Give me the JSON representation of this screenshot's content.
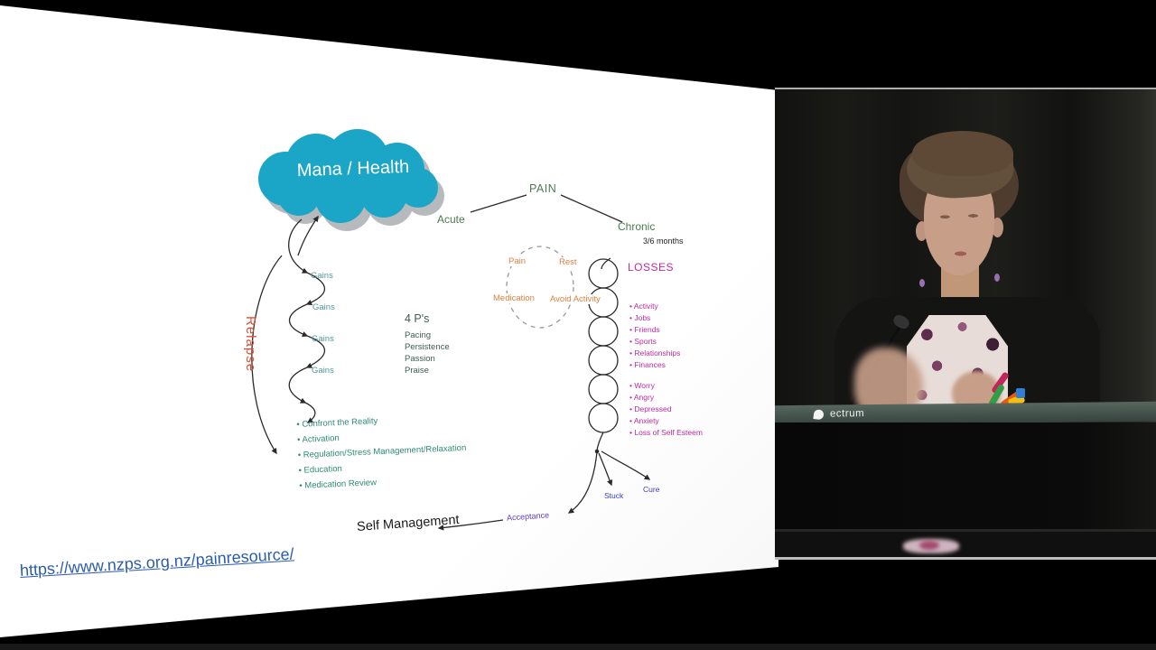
{
  "slide": {
    "cloud_label": "Mana / Health",
    "pain": "PAIN",
    "acute": "Acute",
    "chronic": "Chronic",
    "duration": "3/6 months",
    "acute_cycle": {
      "top_left": "Pain",
      "top_right": "Rest",
      "bottom_left": "Medication",
      "bottom_right": "Avoid Activity"
    },
    "losses": {
      "title": "LOSSES",
      "group1": [
        "Activity",
        "Jobs",
        "Friends",
        "Sports",
        "Relationships",
        "Finances"
      ],
      "group2": [
        "Worry",
        "Angry",
        "Depressed",
        "Anxiety",
        "Loss of Self Esteem"
      ]
    },
    "four_ps": {
      "title": "4 P's",
      "items": [
        "Pacing",
        "Persistence",
        "Passion",
        "Praise"
      ]
    },
    "relapse": "Relapse",
    "gains": [
      "Gains",
      "Gains",
      "Gains",
      "Gains"
    ],
    "strategies": [
      "Confront the Reality",
      "Activation",
      "Regulation/Stress Management/Relaxation",
      "Education",
      "Medication Review"
    ],
    "self_management": "Self Management",
    "acceptance": "Acceptance",
    "stuck": "Stuck",
    "cure": "Cure",
    "url": "https://www.nzps.org.nz/painresource/",
    "colors": {
      "cloud_teal": "#1ba5c7",
      "pain_green": "#4a7c4e",
      "cycle_orange": "#dd7f3f",
      "losses_magenta": "#bf2a9f",
      "four_ps_teal": "#3f5d56",
      "relapse_red": "#e04b35",
      "gains_teal": "#54989a",
      "strategies_green": "#2f8a72",
      "link_blue": "#2b5cad",
      "stuck_cure_blue": "#3b3bc4",
      "acceptance_purple": "#5b3bbf"
    }
  },
  "video": {
    "podium_logo_text": "ectrum"
  }
}
